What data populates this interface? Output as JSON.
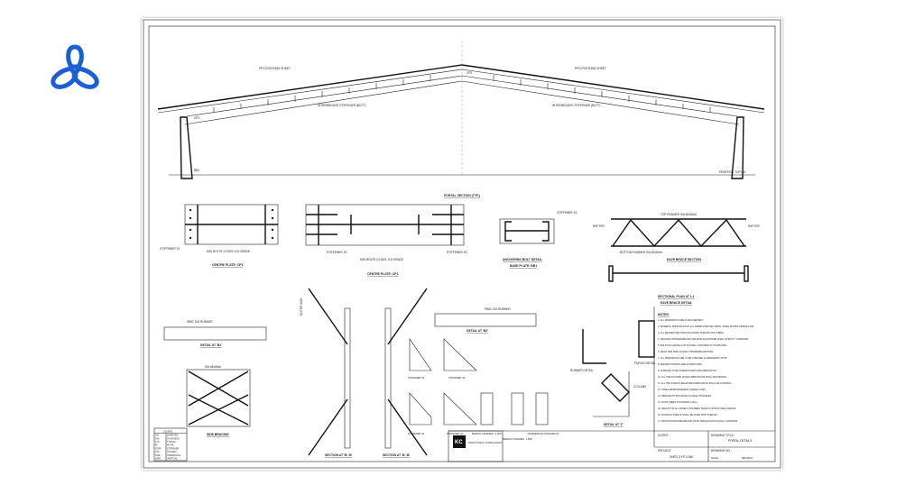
{
  "brand": {
    "logo_icon": "tri-blade-logo-icon",
    "color": "#1a5fd6"
  },
  "drawing": {
    "portal": {
      "title": "PORTAL SECTION (TYP.)",
      "roof_left": "PPGI ROOFING SHEET",
      "roof_right": "PPGI ROOFING SHEET",
      "stiff_left": "INTERMEDIATE STIFFENER (BUTT)",
      "stiff_right": "INTERMEDIATE STIFFENER (BUTT)",
      "pedestal": "PEDESTAL TOP LVL",
      "cp1": "CP1",
      "cp2": "CP2",
      "bb1": "BB1"
    },
    "centre_plate_cp2": {
      "title": "CENTRE PLATE: CP2",
      "note": "M20 BOLTS 12 NOS. 8.8 GRADE",
      "stiffener": "STIFFENER S1"
    },
    "centre_plate_cp1": {
      "title": "CENTRE PLATE: CP1",
      "note": "M20 BOLTS 24 NOS. 8.8 GRADE",
      "stiffener_a": "STIFFENER S2",
      "stiffener_b": "STIFFENER S3"
    },
    "base_plate": {
      "title": "ANCHORING BOLT DETAIL",
      "subtitle": "BASE PLATE: BB1",
      "stiffener": "STIFFENER S1"
    },
    "eave_brace": {
      "section_title": "EAVE BRACE SECTION",
      "top": "TOP RUNNER ISA 60x60x6",
      "bottom": "BOTTOM RUNNER ISA 60x60x6",
      "rafter": "RAFTER",
      "plan_title": "SECTIONAL PLAN AT 1-1",
      "detail_title": "EAVE BRACE DETAIL"
    },
    "detail_b1": {
      "title": "DETAIL AT 'B1'",
      "label": "ISMC 100 RUNNER"
    },
    "detail_b2": {
      "title": "DETAIL AT 'B2'",
      "label": "ISMC 100 RUNNER"
    },
    "side_bracing": {
      "title": "SIDE BRACING",
      "label": "ISA 65x65x6"
    },
    "section_bb_1": "SECTION AT 'B'-'B'",
    "section_bb_2": "SECTION AT 'B'-'B'",
    "outer_side": "OUTER SIDE",
    "stiffeners": [
      {
        "title": "STIFFENER S3"
      },
      {
        "title": "STIFFENER S2"
      },
      {
        "title": "STIFFENER S4"
      },
      {
        "title": "STIFFENER S1"
      },
      {
        "title": "BEARING STIFFENER - 2 (B/S)"
      },
      {
        "title": "BEARING STIFFENER - 1 (B/S)"
      },
      {
        "title": "INTERMEDIATE STIFFENER (IS)"
      }
    ],
    "runner_detail": "RUNNER DETAIL",
    "purlin_detail": "PURLIN DETAIL",
    "detail_z": "DETAIL AT 'Z'",
    "column": "COLUMN",
    "notes": {
      "title": "NOTES:",
      "items": [
        "1. ALL DIMENSIONS ARE IN MILLIMETERS.",
        "2. MATERIAL SPECIFICATION: ALL FABRICATED SECTIONS, STEEL PLATES GRADE E 250.",
        "3. ALL WELDED SECTIONS INCLUDING PURLINS AND TUBES.",
        "4. WELDING PROCEDURE AND WELDING ELECTRODE SHALL STRICTLY CONFORM.",
        "5. BOLTS 8.8 GRADE & NUTS SHALL CONFORM TO IS:4000/1992.",
        "6. WELD SIZE 6MM UNLESS OTHERWISE WRITTEN.",
        "7. ALL DIMENSIONS ARE TO BE CHECKED & VERIFIED BY SHOP.",
        "8. WELDED STRINGS ARE AS PER IS:800.",
        "9. SURFACE TO BE SANDBLASTED FOR FABRICATION.",
        "10. ALL STRUCTURES AFTER FABRICATION SHALL BE PAINTED.",
        "11. ALL THE STRUCTURE AFTER FABRICATION SHALL BE CONTROL.",
        "12. STEEL REINFORCEMENT GRADE: Fe500.",
        "13. WEB DEPTH INCLUDING FLANGE THICKNESS.",
        "14. ROOF SHEET THICKNESS 0.5mm.",
        "15. WEIGHT OF ALL PANELS HAS BEEN TAKEN IN STRUCTURAL DESIGN.",
        "16. ROOFING SHEETS SHALL BE FIXED WITH PURLINS.",
        "17. PAINTING PROCEDURE AND PAINT SPECIFICATION SHALL CONFORM."
      ]
    },
    "legend": {
      "title": "LEGEND",
      "rows": [
        [
          "DIA.",
          "DIAMETER"
        ],
        [
          "THK.",
          "THICKNESS"
        ],
        [
          "TYP.",
          "TYPICAL"
        ],
        [
          "PL.",
          "PLATE"
        ],
        [
          "STIFF.",
          "STIFFENER"
        ],
        [
          "COL.",
          "COLUMN"
        ],
        [
          "HOR.",
          "HORIZONTAL"
        ],
        [
          "VERT.",
          "VERTICAL"
        ]
      ]
    },
    "consultant": {
      "mark": "KC",
      "name": "STRUCTURAL CONSULTANTS"
    },
    "title_block": {
      "client_label": "CLIENT:",
      "drawing_title_label": "DRAWING TITLE:",
      "drawing_title": "PORTAL DETAILS",
      "drawing_no_label": "DRAWING NO.:",
      "project_label": "PROJECT:",
      "project": "SHED (TYP.) UNIT",
      "scale_label": "SCALE:",
      "revision_label": "REVISION:"
    }
  }
}
